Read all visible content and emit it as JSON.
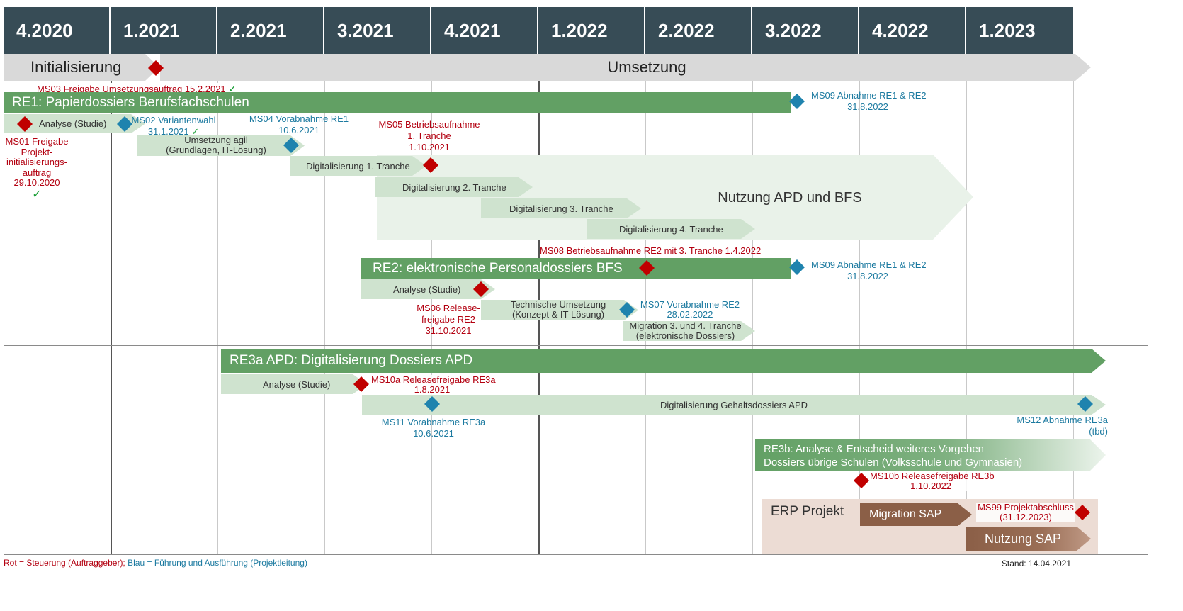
{
  "quarters": [
    "4.2020",
    "1.2021",
    "2.2021",
    "3.2021",
    "4.2021",
    "1.2022",
    "2.2022",
    "3.2022",
    "4.2022",
    "1.2023"
  ],
  "phases": {
    "init": "Initialisierung",
    "umsetzung": "Umsetzung"
  },
  "bars": {
    "re1": "RE1: Papierdossiers Berufsfachschulen",
    "re1_analyse": "Analyse (Studie)",
    "re1_agil_l1": "Umsetzung agil",
    "re1_agil_l2": "(Grundlagen, IT-Lösung)",
    "dig1": "Digitalisierung 1. Tranche",
    "dig2": "Digitalisierung 2. Tranche",
    "dig3": "Digitalisierung 3. Tranche",
    "dig4": "Digitalisierung 4. Tranche",
    "nutzung": "Nutzung APD und BFS",
    "re2": "RE2: elektronische Personaldossiers BFS",
    "re2_analyse": "Analyse (Studie)",
    "re2_tech_l1": "Technische Umsetzung",
    "re2_tech_l2": "(Konzept & IT-Lösung)",
    "re2_mig_l1": "Migration 3. und 4. Tranche",
    "re2_mig_l2": "(elektronische Dossiers)",
    "re3a": "RE3a APD: Digitalisierung Dossiers APD",
    "re3a_analyse": "Analyse (Studie)",
    "re3a_dig": "Digitalisierung Gehaltsdossiers APD",
    "re3b_l1": "RE3b: Analyse & Entscheid weiteres Vorgehen",
    "re3b_l2": "Dossiers übrige Schulen (Volksschule und Gymnasien)",
    "erp": "ERP Projekt",
    "migration_sap": "Migration SAP",
    "nutzung_sap": "Nutzung SAP"
  },
  "milestones": {
    "ms03": "MS03 Freigabe Umsetzungsauftrag 15.2.2021",
    "ms01_l1": "MS01 Freigabe",
    "ms01_l2": "Projekt-",
    "ms01_l3": "initialisierungs-",
    "ms01_l4": "auftrag",
    "ms01_l5": "29.10.2020",
    "ms02_l1": "MS02 Variantenwahl",
    "ms02_l2": "31.1.2021",
    "ms04_l1": "MS04 Vorabnahme RE1",
    "ms04_l2": "10.6.2021",
    "ms05_l1": "MS05 Betriebsaufnahme",
    "ms05_l2": "1. Tranche",
    "ms05_l3": "1.10.2021",
    "ms09a_l1": "MS09 Abnahme RE1 & RE2",
    "ms09a_l2": "31.8.2022",
    "ms08": "MS08 Betriebsaufnahme RE2 mit 3. Tranche 1.4.2022",
    "ms09b_l1": "MS09 Abnahme RE1 & RE2",
    "ms09b_l2": "31.8.2022",
    "ms06_l1": "MS06 Release-",
    "ms06_l2": "freigabe RE2",
    "ms06_l3": "31.10.2021",
    "ms07_l1": "MS07 Vorabnahme RE2",
    "ms07_l2": "28.02.2022",
    "ms10a_l1": "MS10a Releasefreigabe RE3a",
    "ms10a_l2": "1.8.2021",
    "ms11_l1": "MS11 Vorabnahme RE3a",
    "ms11_l2": "10.6.2021",
    "ms12_l1": "MS12 Abnahme RE3a",
    "ms12_l2": "(tbd)",
    "ms10b_l1": "MS10b Releasefreigabe RE3b",
    "ms10b_l2": "1.10.2022",
    "ms99_l1": "MS99 Projektabschluss",
    "ms99_l2": "(31.12.2023)",
    "check": "✓"
  },
  "footer": {
    "legend_red": "Rot = Steuerung (Auftraggeber);",
    "legend_blue": "Blau = Führung und Ausführung (Projektleitung)",
    "stand": "Stand: 14.04.2021"
  },
  "colors": {
    "header": "#374c56",
    "phase": "#d9d9d9",
    "dark_green": "#62a064",
    "light_green": "#cfe3cf",
    "pale_green": "#e9f2e9",
    "red_milestone": "#c00000",
    "blue_milestone": "#1f83ae",
    "erp_bg": "#ecdcd4",
    "erp_brown": "#8b5f47"
  }
}
